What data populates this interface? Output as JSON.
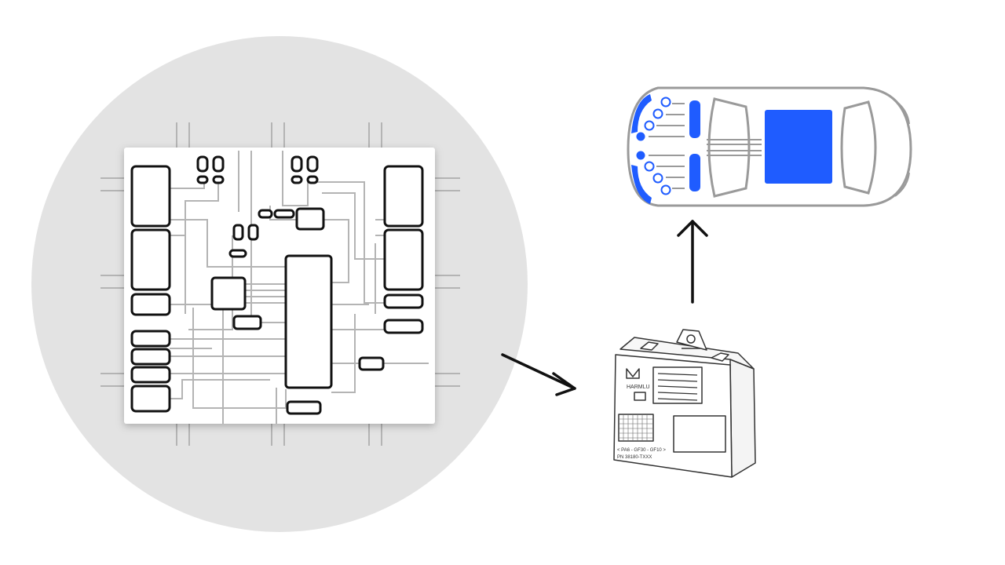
{
  "colors": {
    "background": "#ffffff",
    "circle_bg": "#e3e3e3",
    "board": "#ffffff",
    "component_stroke": "#111111",
    "trace": "#b4b4b4",
    "car_outline": "#9a9a9a",
    "accent": "#1f5cff",
    "module_line": "#333333",
    "arrow": "#111111"
  },
  "icons": {
    "board": "circuit-board-icon",
    "module": "control-module-icon",
    "car": "car-top-view-icon",
    "arrow": "arrow-icon"
  },
  "module_label": {
    "brand": "HARMLU",
    "part_line_1": "< PA6 - GF30 - GF10 >",
    "part_line_2": "PN 38180-TXXX"
  }
}
